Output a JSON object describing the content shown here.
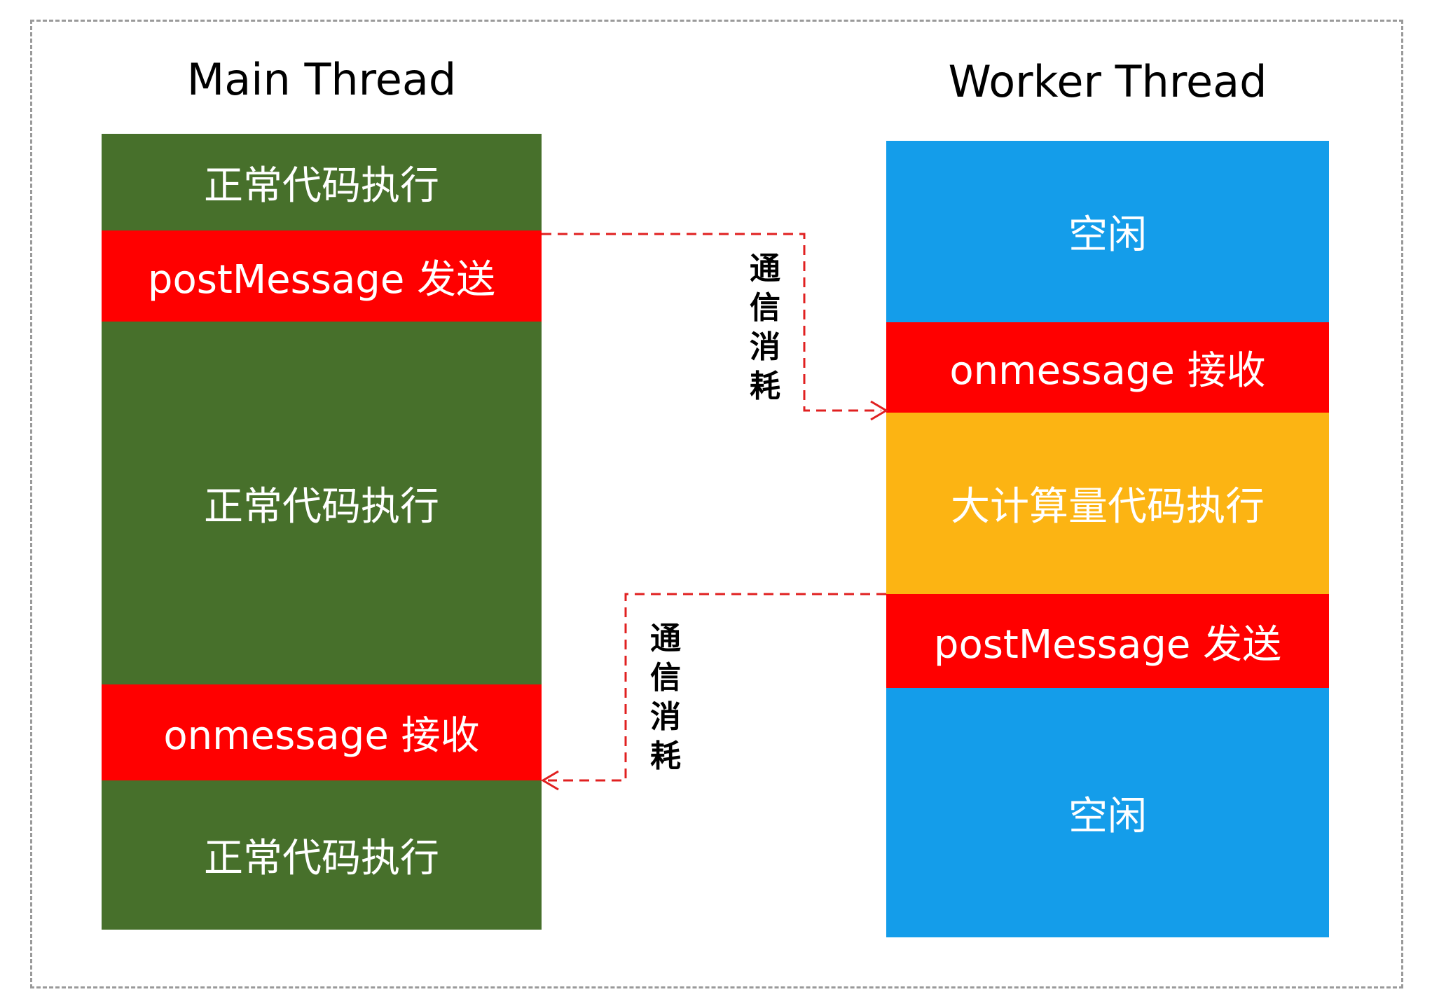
{
  "colors": {
    "normal": "#47702b",
    "message": "#ff0000",
    "idle": "#149dea",
    "compute": "#fcb413",
    "connector": "#e02020",
    "frame": "#9a9a9a"
  },
  "main": {
    "title": "Main Thread",
    "blocks": [
      {
        "label": "正常代码执行",
        "kind": "normal"
      },
      {
        "label": "postMessage 发送",
        "kind": "message"
      },
      {
        "label": "正常代码执行",
        "kind": "normal"
      },
      {
        "label": "onmessage 接收",
        "kind": "message"
      },
      {
        "label": "正常代码执行",
        "kind": "normal"
      }
    ]
  },
  "worker": {
    "title": "Worker Thread",
    "blocks": [
      {
        "label": "空闲",
        "kind": "idle"
      },
      {
        "label": "onmessage 接收",
        "kind": "message"
      },
      {
        "label": "大计算量代码执行",
        "kind": "compute"
      },
      {
        "label": "postMessage 发送",
        "kind": "message"
      },
      {
        "label": "空闲",
        "kind": "idle"
      }
    ]
  },
  "connectors": [
    {
      "label": "通信消耗",
      "direction": "main-to-worker"
    },
    {
      "label": "通信消耗",
      "direction": "worker-to-main"
    }
  ]
}
